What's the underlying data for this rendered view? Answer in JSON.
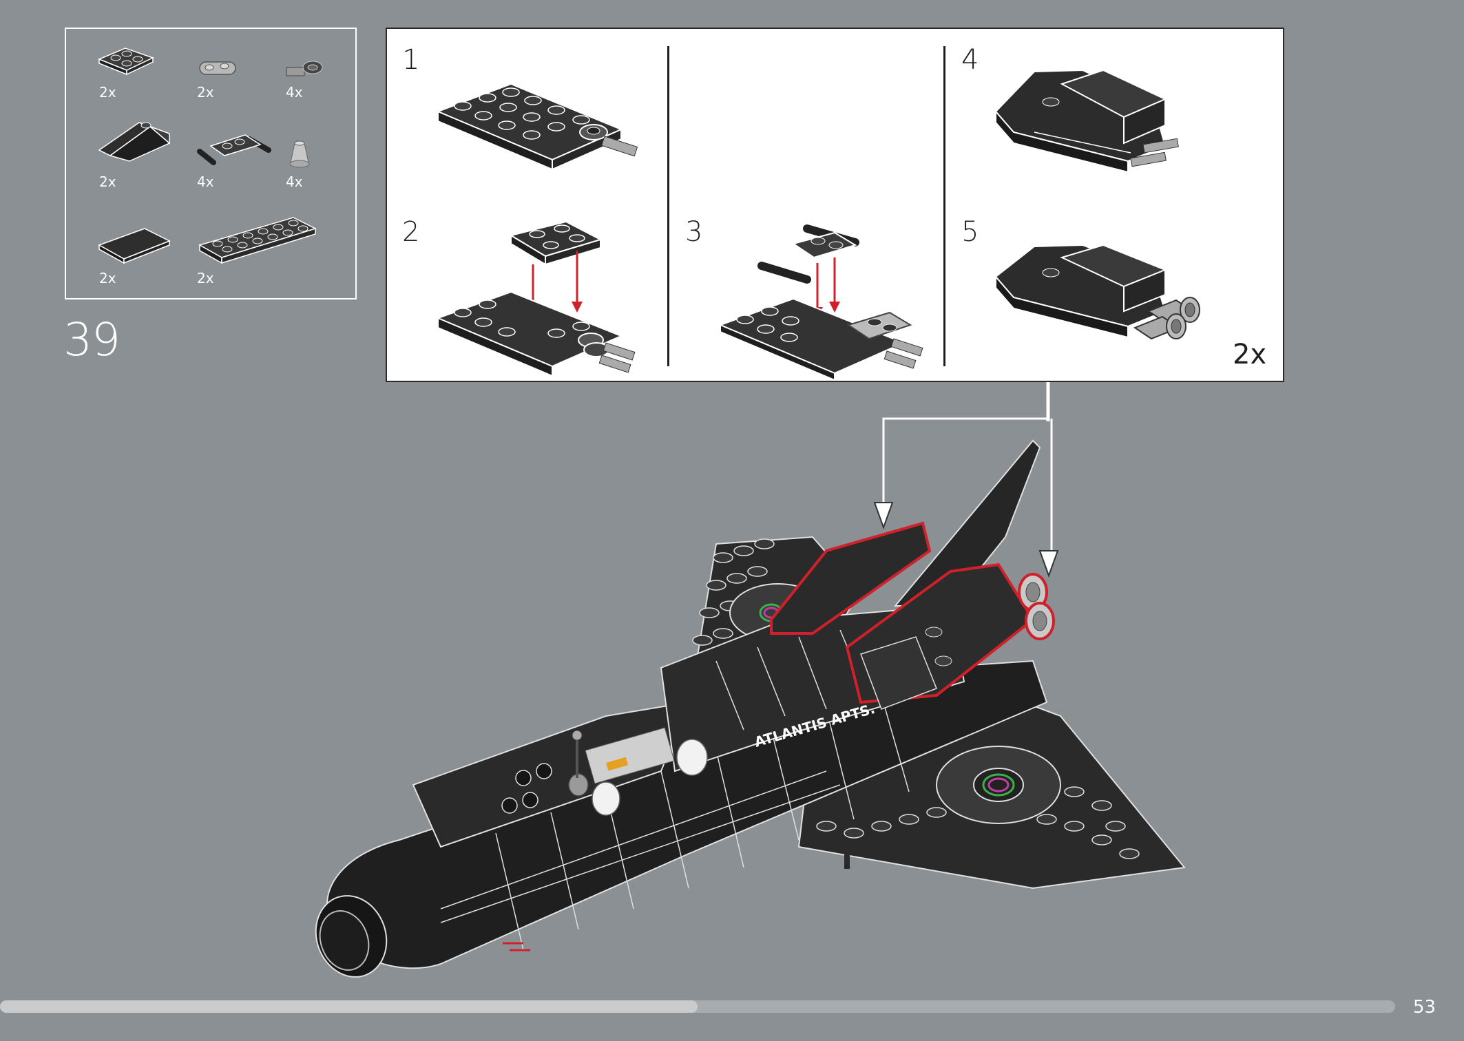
{
  "step": {
    "number": "39"
  },
  "parts_list": [
    {
      "icon": "plate-2x2-icon",
      "qty": "2x"
    },
    {
      "icon": "plate-1x2-rounded-icon",
      "qty": "2x"
    },
    {
      "icon": "plate-clip-icon",
      "qty": "4x"
    },
    {
      "icon": "slope-2x2-icon",
      "qty": "2x"
    },
    {
      "icon": "plate-bar-holder-icon",
      "qty": "4x"
    },
    {
      "icon": "cone-1x1-icon",
      "qty": "4x"
    },
    {
      "icon": "tile-2x4-icon",
      "qty": "2x"
    },
    {
      "icon": "plate-2x6-icon",
      "qty": "2x"
    }
  ],
  "substeps": [
    {
      "label": "1"
    },
    {
      "label": "2"
    },
    {
      "label": "3"
    },
    {
      "label": "4"
    },
    {
      "label": "5"
    }
  ],
  "callout": {
    "multiplier": "2x"
  },
  "model": {
    "decal_text": "ATLANTIS APTS."
  },
  "colors": {
    "background": "#8a9093",
    "brick": "#2b2b2b",
    "highlight": "#d0202a",
    "callout_bg": "#ffffff"
  },
  "footer": {
    "page_number": "53",
    "progress_fraction": 0.5
  }
}
